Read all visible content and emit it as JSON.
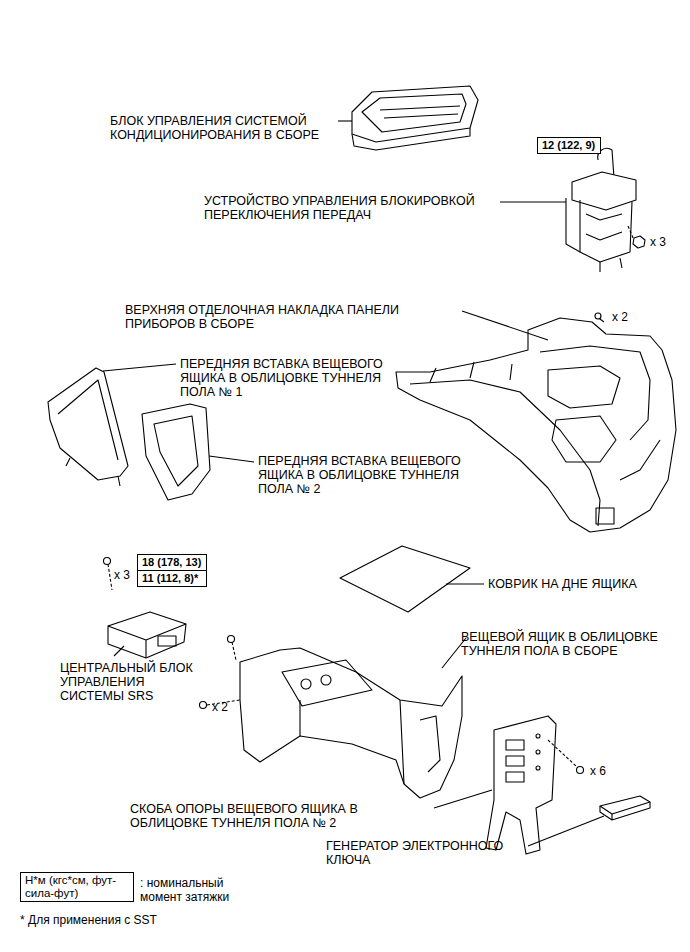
{
  "diagram": {
    "nodes": [
      {
        "text": [
          "12 (122, 9)"
        ]
      },
      {
        "text": [
          "18 (178, 13)",
          "11 (112, 8)*"
        ]
      },
      {
        "text": [
          "Н*м (кгс*см, фут-сила-фут)"
        ]
      }
    ],
    "labels": [
      "БЛОК УПРАВЛЕНИЯ СИСТЕМОЙ КОНДИЦИОНИРОВАНИЯ В СБОРЕ",
      "x 3",
      "УСТРОЙСТВО УПРАВЛЕНИЯ БЛОКИРОВКОЙ ПЕРЕКЛЮЧЕНИЯ ПЕРЕДАЧ",
      "ВЕРХНЯЯ ОТДЕЛОЧНАЯ НАКЛАДКА ПАНЕЛИ ПРИБОРОВ В СБОРЕ",
      "x 2",
      "ПЕРЕДНЯЯ ВСТАВКА ВЕЩЕВОГО ЯЩИКА В ОБЛИЦОВКЕ ТУННЕЛЯ ПОЛА № 1",
      "ПЕРЕДНЯЯ ВСТАВКА ВЕЩЕВОГО ЯЩИКА В ОБЛИЦОВКЕ ТУННЕЛЯ ПОЛА № 2",
      "x 3",
      "КОВРИК НА ДНЕ ЯЩИКА",
      "ВЕЩЕВОЙ ЯЩИК В ОБЛИЦОВКЕ ТУННЕЛЯ ПОЛА В СБОРЕ",
      "ЦЕНТРАЛЬНЫЙ БЛОК УПРАВЛЕНИЯ СИСТЕМЫ SRS",
      "x 2",
      "x 6",
      "СКОБА ОПОРЫ ВЕЩЕВОГО ЯЩИКА В ОБЛИЦОВКЕ ТУННЕЛЯ ПОЛА № 2",
      "ГЕНЕРАТОР ЭЛЕКТРОННОГО КЛЮЧА",
      ": номинальный момент затяжки",
      "* Для применения с SST"
    ]
  }
}
